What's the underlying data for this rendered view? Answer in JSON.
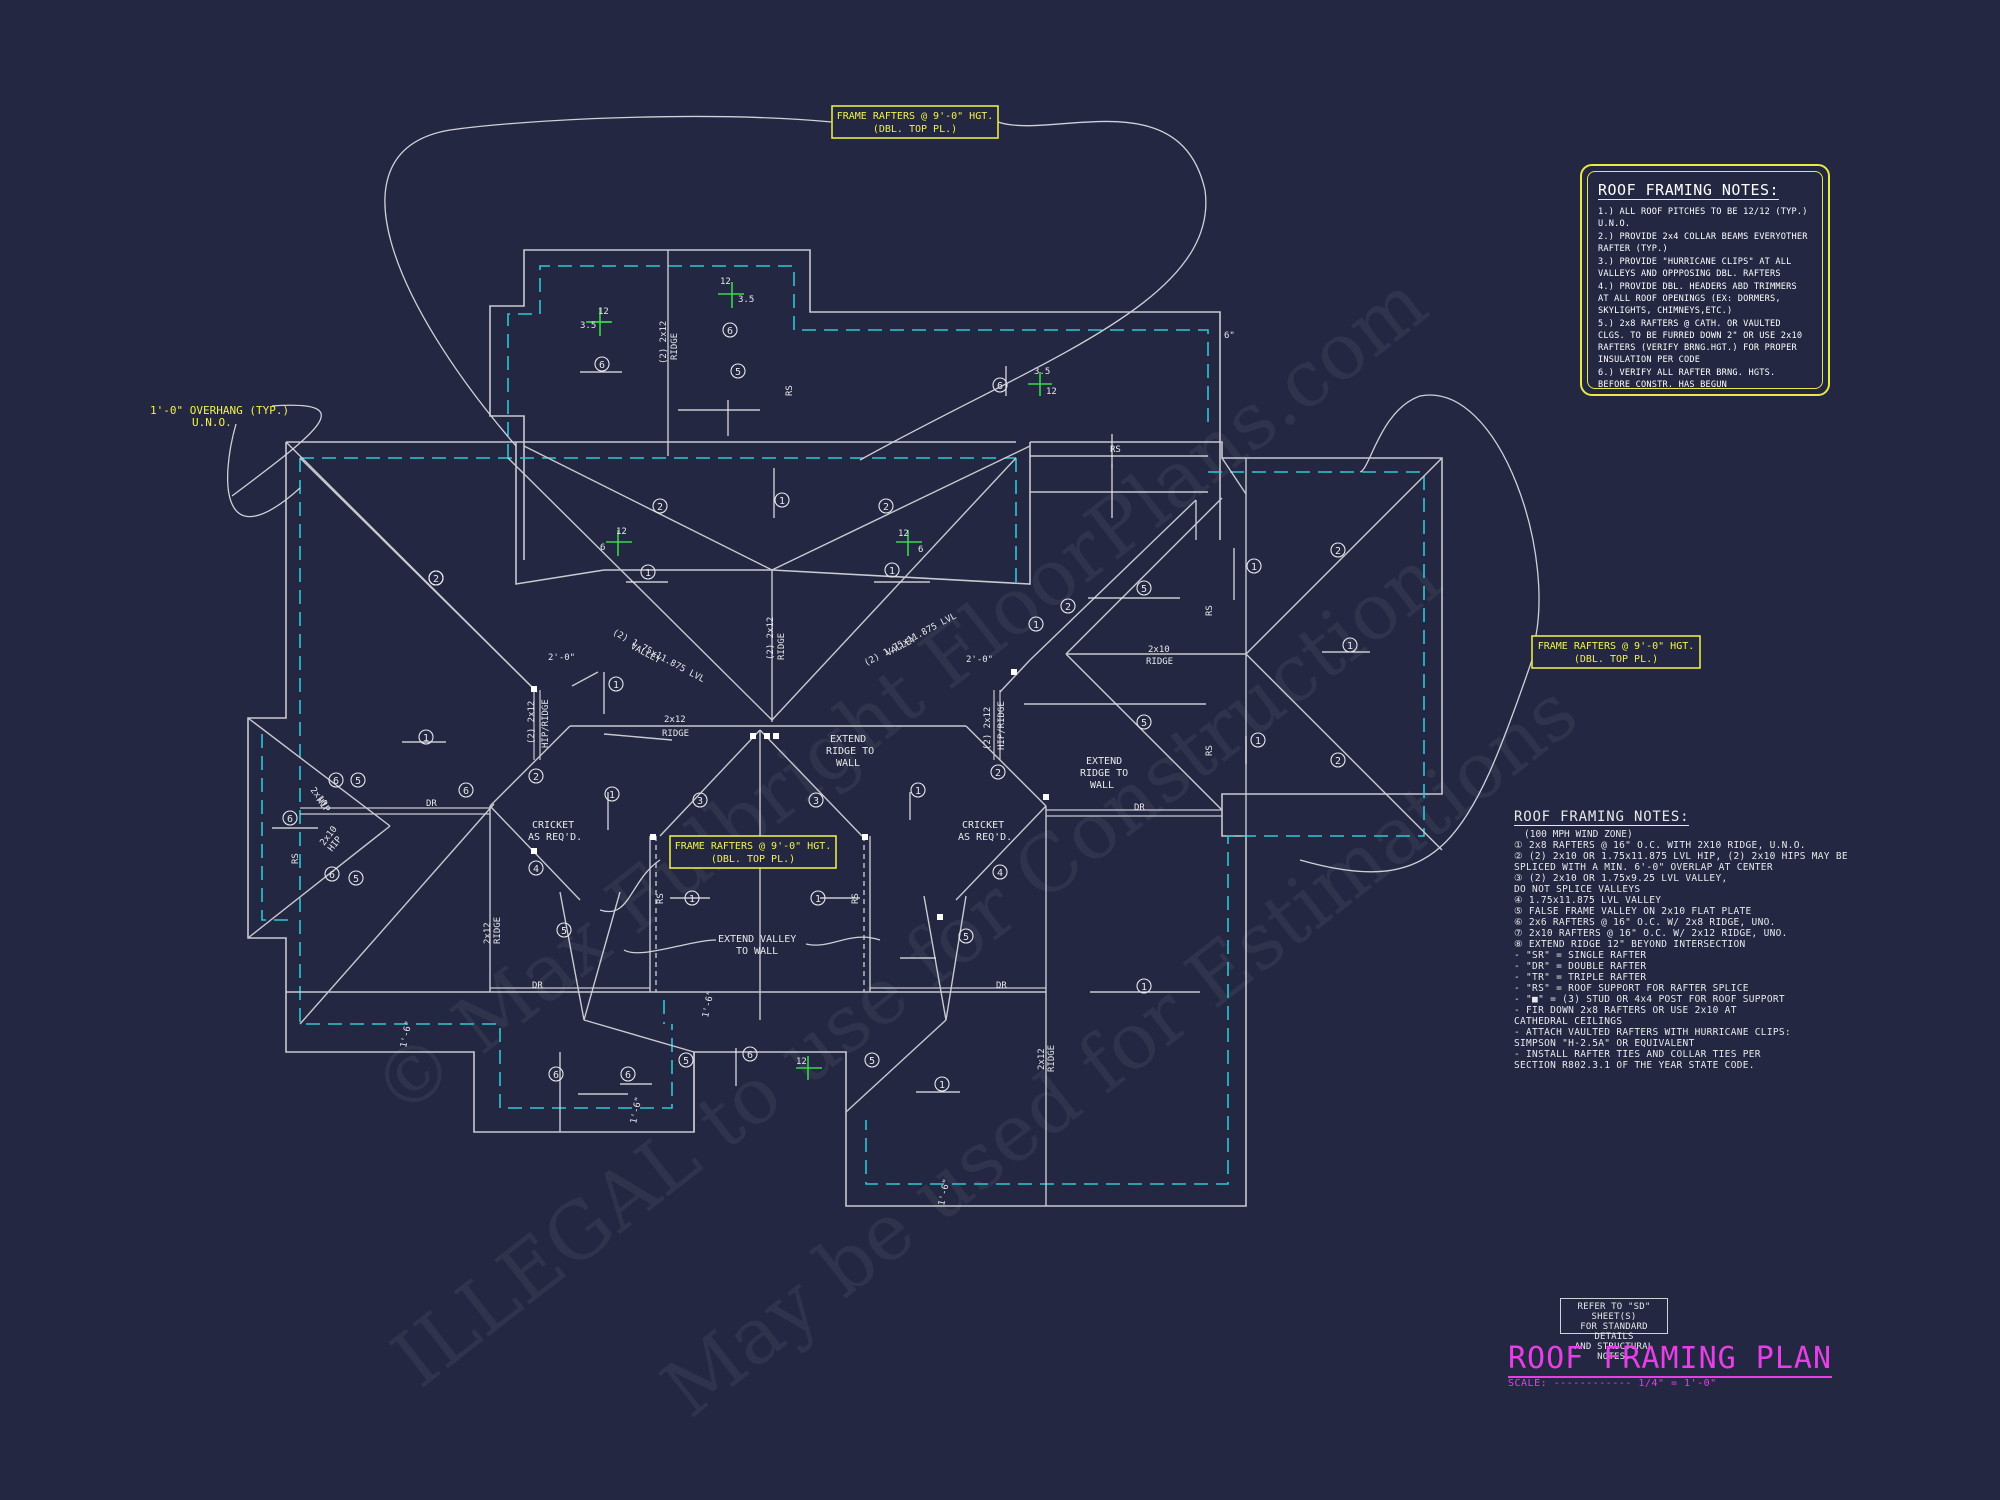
{
  "plan": {
    "title": "ROOF FRAMING PLAN",
    "scale_label": "SCALE: ------------ 1/4\" = 1'-0\"",
    "refer": [
      "REFER TO \"SD\" SHEET(S)",
      "FOR STANDARD DETAILS",
      "AND STRUCTURAL NOTES."
    ]
  },
  "callouts": {
    "frame_top_1": "FRAME RAFTERS @ 9'-0\" HGT.",
    "frame_top_2": "(DBL. TOP PL.)",
    "overhang_1": "1'-0\" OVERHANG (TYP.)",
    "overhang_2": "U.N.O.",
    "extend_ridge_1": "EXTEND",
    "extend_ridge_2": "RIDGE TO",
    "extend_ridge_3": "WALL",
    "cricket_1": "CRICKET",
    "cricket_2": "AS REQ'D.",
    "extend_valley_1": "EXTEND VALLEY",
    "extend_valley_2": "TO WALL",
    "ridge_2x12": "2x12",
    "ridge_word": "RIDGE",
    "ridge_2x10": "2x10",
    "valley_lvl": "(2) 1.75x11.875 LVL",
    "valley_word": "VALLEY",
    "dbl_2x12": "(2) 2x12",
    "hip_ridge": "HIP/RIDGE",
    "hip_word": "HIP",
    "rs": "RS",
    "dr": "DR",
    "two_ft": "2'-0\"",
    "six_in": "6\"",
    "one_ft": "1'-6\"",
    "pitch_12": "12",
    "pitch_6": "6",
    "pitch_35": "3.5"
  },
  "watermark": {
    "line1": "© Max Fulbright FloorPlans.com",
    "line2": "ILLEGAL to use for Construction",
    "line3": "May be used for Estimations"
  },
  "notes_top": {
    "title": "ROOF FRAMING NOTES:",
    "items": [
      "1.) ALL ROOF PITCHES TO BE 12/12 (TYP.) U.N.O.",
      "2.) PROVIDE 2x4 COLLAR BEAMS EVERYOTHER RAFTER (TYP.)",
      "3.) PROVIDE \"HURRICANE CLIPS\" AT ALL VALLEYS AND OPPPOSING DBL. RAFTERS",
      "4.) PROVIDE DBL. HEADERS ABD TRIMMERS AT ALL ROOF OPENINGS (EX: DORMERS, SKYLIGHTS, CHIMNEYS,ETC.)",
      "5.) 2x8 RAFTERS @ CATH. OR VAULTED CLGS. TO BE FURRED DOWN 2\" OR USE 2x10 RAFTERS (VERIFY BRNG.HGT.) FOR PROPER INSULATION PER CODE",
      "6.) VERIFY ALL RAFTER BRNG. HGTS. BEFORE CONSTR. HAS BEGUN"
    ]
  },
  "notes_bottom": {
    "title": "ROOF FRAMING NOTES:",
    "sub": "(100 MPH WIND ZONE)",
    "items": [
      "① 2x8 RAFTERS @ 16\" O.C. WITH 2X10 RIDGE, U.N.O.",
      "② (2) 2x10 OR 1.75x11.875 LVL HIP, (2) 2x10 HIPS MAY BE",
      "   SPLICED WITH A MIN. 6'-0\" OVERLAP AT CENTER",
      "③ (2) 2x10 OR 1.75x9.25 LVL VALLEY,",
      "   DO NOT SPLICE VALLEYS",
      "④ 1.75x11.875 LVL VALLEY",
      "⑤ FALSE FRAME VALLEY ON 2x10 FLAT PLATE",
      "⑥ 2x6 RAFTERS @ 16\" O.C. W/ 2x8 RIDGE, UNO.",
      "⑦ 2x10 RAFTERS @ 16\" O.C. W/ 2x12 RIDGE, UNO.",
      "⑧ EXTEND RIDGE 12\" BEYOND INTERSECTION",
      "-  \"SR\" = SINGLE RAFTER",
      "-  \"DR\" = DOUBLE RAFTER",
      "-  \"TR\" = TRIPLE RAFTER",
      "-  \"RS\" = ROOF SUPPORT FOR RAFTER SPLICE",
      "-  \"■\" = (3) STUD OR 4x4 POST FOR ROOF SUPPORT",
      "-  FIR DOWN 2x8 RAFTERS OR USE 2x10 AT",
      "   CATHEDRAL CEILINGS",
      "-  ATTACH VAULTED RAFTERS WITH HURRICANE CLIPS:",
      "   SIMPSON \"H-2.5A\" OR EQUIVALENT",
      "-  INSTALL RAFTER TIES AND COLLAR TIES PER",
      "   SECTION R802.3.1 OF THE YEAR STATE CODE."
    ]
  },
  "colors": {
    "background": "#232741",
    "plate_line": "#2ec6d6",
    "callout": "#f2f24a",
    "title": "#e83ee8",
    "pitch": "#36d94a"
  }
}
